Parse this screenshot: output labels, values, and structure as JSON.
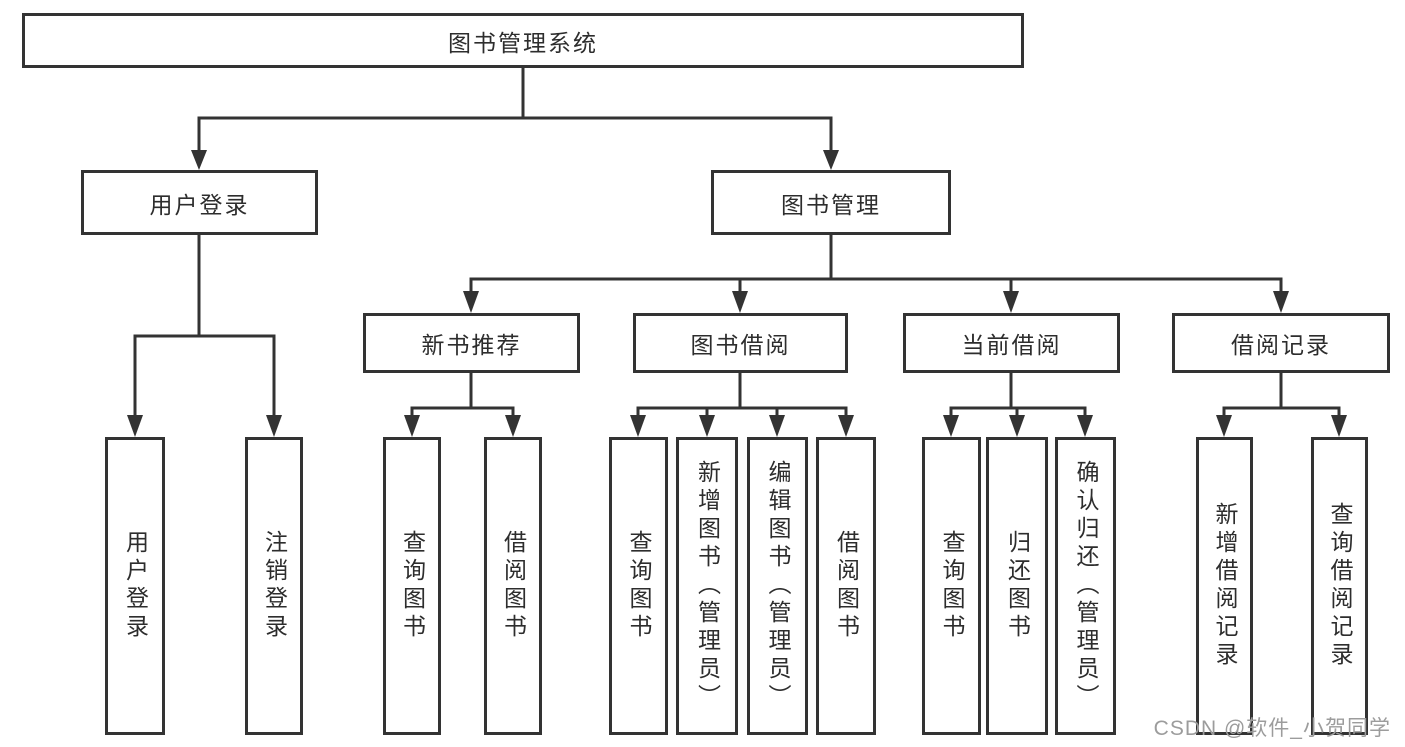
{
  "colors": {
    "line": "#333333",
    "box_border": "#333333",
    "box_fill": "#ffffff",
    "text": "#2d2d2d",
    "watermark": "#9c9c9c"
  },
  "watermark": "CSDN @软件_小贺同学",
  "tree": {
    "root": {
      "label": "图书管理系统"
    },
    "login": {
      "label": "用户登录",
      "children": [
        {
          "label": "用户登录"
        },
        {
          "label": "注销登录"
        }
      ]
    },
    "manage": {
      "label": "图书管理",
      "groups": [
        {
          "label": "新书推荐",
          "children": [
            {
              "label": "查询图书"
            },
            {
              "label": "借阅图书"
            }
          ]
        },
        {
          "label": "图书借阅",
          "children": [
            {
              "label": "查询图书"
            },
            {
              "label": "新增图书（管理员）"
            },
            {
              "label": "编辑图书（管理员）"
            },
            {
              "label": "借阅图书"
            }
          ]
        },
        {
          "label": "当前借阅",
          "children": [
            {
              "label": "查询图书"
            },
            {
              "label": "归还图书"
            },
            {
              "label": "确认归还（管理员）"
            }
          ]
        },
        {
          "label": "借阅记录",
          "children": [
            {
              "label": "新增借阅记录"
            },
            {
              "label": "查询借阅记录"
            }
          ]
        }
      ]
    }
  }
}
